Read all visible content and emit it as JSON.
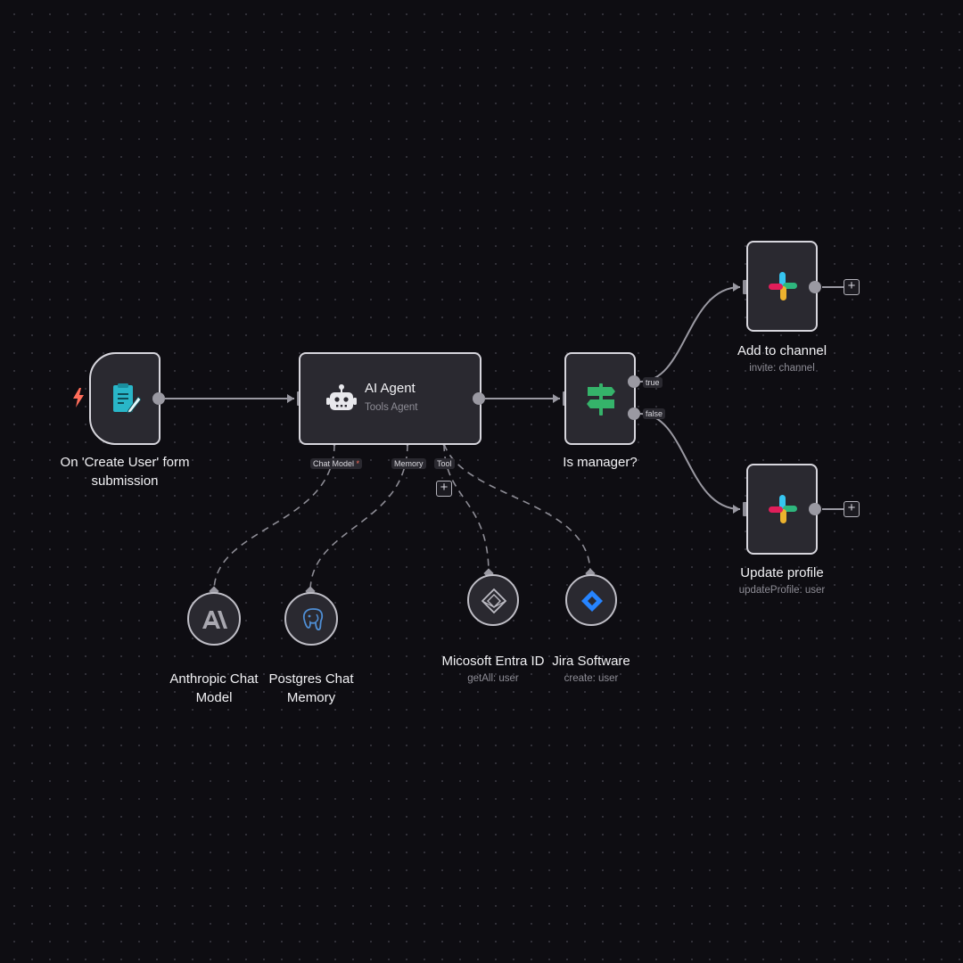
{
  "canvas": {
    "background_color": "#0e0d12",
    "node_fill": "#2a2930",
    "connection_color": "#9a99a2"
  },
  "nodes": {
    "trigger": {
      "label": "On 'Create User' form submission",
      "icon": "form-icon",
      "badge_icon": "lightning-icon",
      "badge_color": "#ff6d5a"
    },
    "ai_agent": {
      "title": "AI Agent",
      "subtitle": "Tools Agent",
      "icon": "robot-icon",
      "ports": {
        "chat_model": "Chat Model",
        "chat_model_required": "*",
        "memory": "Memory",
        "tool": "Tool"
      }
    },
    "is_manager": {
      "label": "Is manager?",
      "icon": "signpost-icon",
      "icon_color": "#35b36a",
      "outputs": {
        "true": "true",
        "false": "false"
      }
    },
    "add_to_channel": {
      "label": "Add to channel",
      "sublabel": "invite: channel",
      "icon": "slack-icon"
    },
    "update_profile": {
      "label": "Update profile",
      "sublabel": "updateProfile: user",
      "icon": "slack-icon"
    },
    "anthropic": {
      "label": "Anthropic Chat Model",
      "icon": "anthropic-icon"
    },
    "postgres": {
      "label": "Postgres Chat Memory",
      "icon": "postgres-elephant-icon"
    },
    "entra": {
      "label": "Micosoft Entra ID",
      "sublabel": "getAll: user",
      "icon": "entra-diamond-icon"
    },
    "jira": {
      "label": "Jira Software",
      "sublabel": "create: user",
      "icon": "jira-icon",
      "icon_color": "#2684ff"
    }
  },
  "add_buttons": {
    "glyph": "+"
  }
}
